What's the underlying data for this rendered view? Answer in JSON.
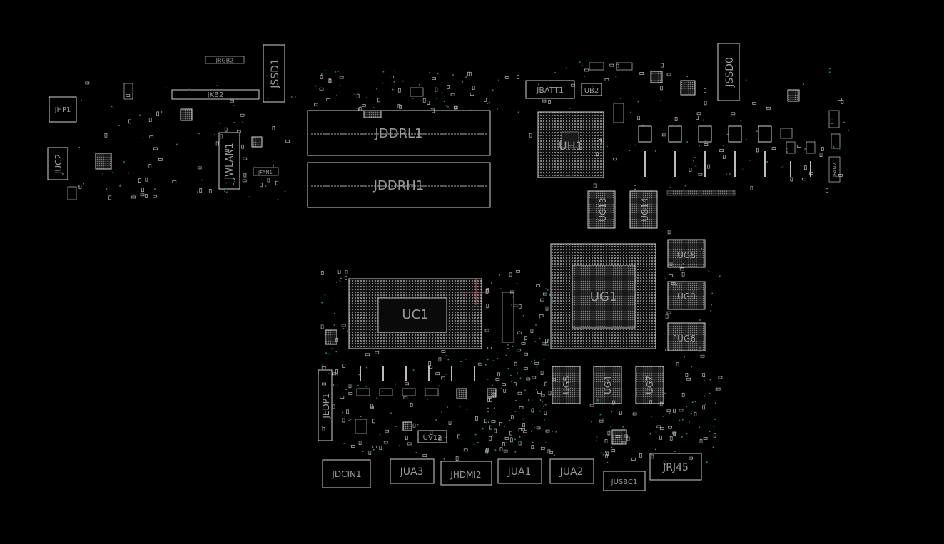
{
  "board": {
    "labels": {
      "JRGB2": "JRGB2",
      "JKB2": "JKB2",
      "JSSD1": "JSSD1",
      "JHP1": "JHP1",
      "JUC2": "JUC2",
      "JWLAN1": "JWLAN1",
      "JFAN1": "JFAN1",
      "JDDRL1": "JDDRL1",
      "JDDRH1": "JDDRH1",
      "JBATT1": "JBATT1",
      "UB2": "UB2",
      "UH1": "UH1",
      "JSSD0": "JSSD0",
      "UG13": "UG13",
      "UG14": "UG14",
      "UG8": "UG8",
      "UG9": "UG9",
      "UG6": "UG6",
      "UG1": "UG1",
      "UC1": "UC1",
      "UG5": "UG5",
      "UG4": "UG4",
      "UG7": "UG7",
      "JEDP1": "JEDP1",
      "UV12": "UV12",
      "JDCIN1": "JDCIN1",
      "JUA3": "JUA3",
      "JHDMI2": "JHDMI2",
      "JUA1": "JUA1",
      "JUA2": "JUA2",
      "JUSBC1": "JUSBC1",
      "JRJ45": "JRJ45",
      "JFAN2": "JFAN2"
    }
  }
}
